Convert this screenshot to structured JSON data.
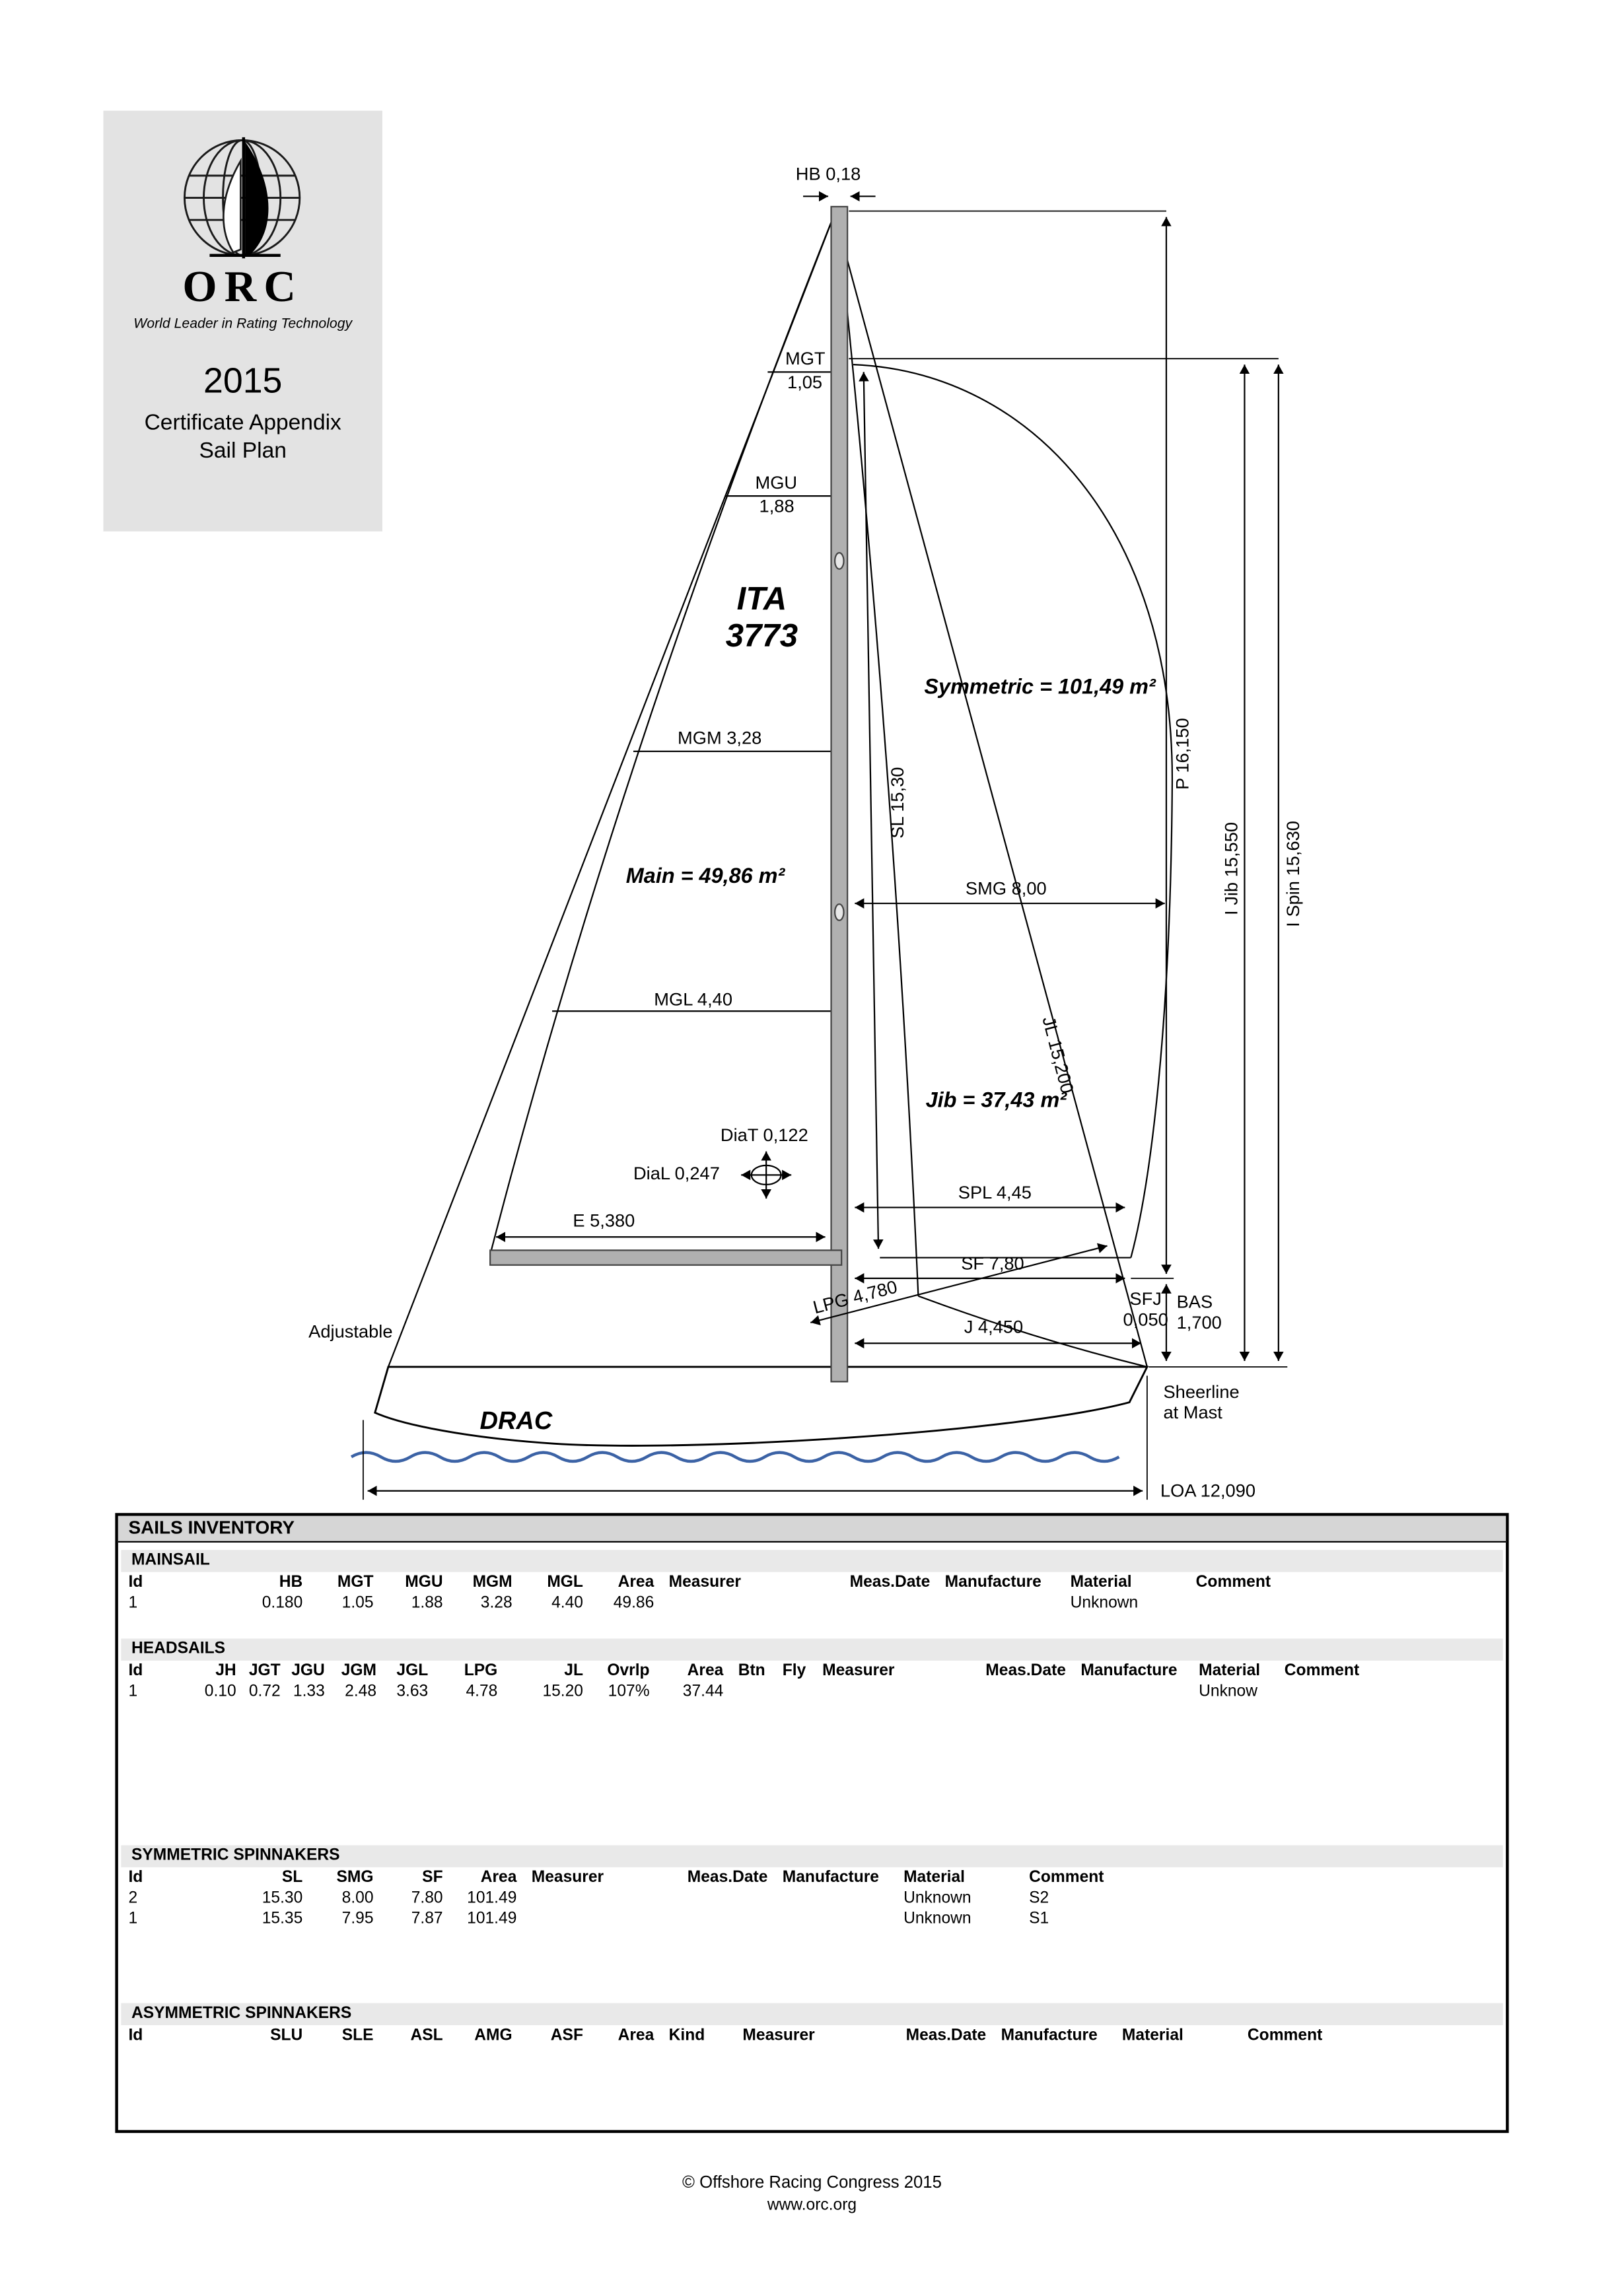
{
  "logo": {
    "org": "ORC",
    "tagline": "World Leader in Rating Technology",
    "year": "2015",
    "subtitle1": "Certificate Appendix",
    "subtitle2": "Sail Plan"
  },
  "diagram": {
    "sail_number_country": "ITA",
    "sail_number": "3773",
    "boat_name": "DRAC",
    "labels": {
      "hb": "HB 0,18",
      "mgt_name": "MGT",
      "mgt_value": "1,05",
      "mgu_name": "MGU",
      "mgu_value": "1,88",
      "mgm": "MGM 3,28",
      "mgl": "MGL 4,40",
      "main_area": "Main = 49,86 m²",
      "symmetric_area": "Symmetric = 101,49 m²",
      "jib_area": "Jib = 37,43 m²",
      "sl": "SL 15,30",
      "p": "P 16,150",
      "i_jib": "I Jib 15,550",
      "i_spin": "I Spin 15,630",
      "smg": "SMG 8,00",
      "jl": "JL 15,200",
      "diat": "DiaT 0,122",
      "dial": "DiaL 0,247",
      "e": "E 5,380",
      "spl": "SPL 4,45",
      "sf": "SF 7,80",
      "lpg": "LPG 4,780",
      "j": "J 4,450",
      "sfj_name": "SFJ",
      "sfj_value": "0,050",
      "bas_name": "BAS",
      "bas_value": "1,700",
      "adjustable": "Adjustable",
      "sheerline_1": "Sheerline",
      "sheerline_2": "at Mast",
      "loa": "LOA 12,090"
    }
  },
  "inventory": {
    "title": "SAILS INVENTORY",
    "sections": [
      {
        "name": "MAINSAIL",
        "columns": [
          "Id",
          "HB",
          "MGT",
          "MGU",
          "MGM",
          "MGL",
          "Area",
          "Measurer",
          "Meas.Date",
          "Manufacture",
          "Material",
          "Comment"
        ],
        "rows": [
          [
            "1",
            "0.180",
            "1.05",
            "1.88",
            "3.28",
            "4.40",
            "49.86",
            "",
            "",
            "",
            "Unknown",
            ""
          ]
        ]
      },
      {
        "name": "HEADSAILS",
        "columns": [
          "Id",
          "JH",
          "JGT",
          "JGU",
          "JGM",
          "JGL",
          "LPG",
          "JL",
          "Ovrlp",
          "Area",
          "Btn",
          "Fly",
          "Measurer",
          "Meas.Date",
          "Manufacture",
          "Material",
          "Comment"
        ],
        "rows": [
          [
            "1",
            "0.10",
            "0.72",
            "1.33",
            "2.48",
            "3.63",
            "4.78",
            "15.20",
            "107%",
            "37.44",
            "",
            "",
            "",
            "",
            "",
            "Unknow",
            ""
          ]
        ]
      },
      {
        "name": "SYMMETRIC SPINNAKERS",
        "columns": [
          "Id",
          "SL",
          "SMG",
          "SF",
          "Area",
          "Measurer",
          "Meas.Date",
          "Manufacture",
          "Material",
          "Comment"
        ],
        "rows": [
          [
            "2",
            "15.30",
            "8.00",
            "7.80",
            "101.49",
            "",
            "",
            "",
            "Unknown",
            "S2"
          ],
          [
            "1",
            "15.35",
            "7.95",
            "7.87",
            "101.49",
            "",
            "",
            "",
            "Unknown",
            "S1"
          ]
        ]
      },
      {
        "name": "ASYMMETRIC SPINNAKERS",
        "columns": [
          "Id",
          "SLU",
          "SLE",
          "ASL",
          "AMG",
          "ASF",
          "Area",
          "Kind",
          "Measurer",
          "Meas.Date",
          "Manufacture",
          "Material",
          "Comment"
        ],
        "rows": []
      }
    ]
  },
  "footer": {
    "line1": "© Offshore Racing Congress 2015",
    "line2": "www.orc.org"
  }
}
